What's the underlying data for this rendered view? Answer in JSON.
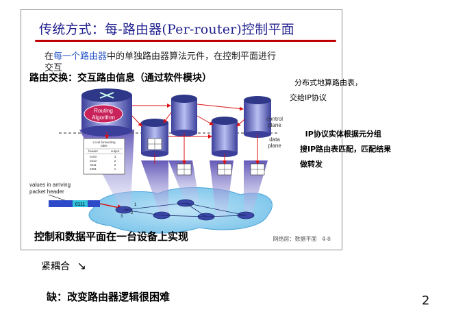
{
  "slide": {
    "title": "传统方式：每-路由器(Per-router)控制平面",
    "body_prefix": "在",
    "body_highlight_1": "每一个路由器",
    "body_middle": "中的单独路由器算法元件，在控制平面进行",
    "body_line2": "交互",
    "footer_left": "网络层：数据平面",
    "footer_right": "4-8",
    "diagram": {
      "routing_algorithm": "Routing\nAlgorithm",
      "control_plane": "control\nplane",
      "data_plane": "data\nplane",
      "table_title": "Local forwarding\ntable",
      "table_headers": [
        "header",
        "output"
      ],
      "table_rows": [
        [
          "0100",
          "3"
        ],
        [
          "0110",
          "2"
        ],
        [
          "0111",
          "2"
        ],
        [
          "1001",
          "1"
        ]
      ],
      "values_label": "values in arriving\npacket header",
      "packet_value": "0111",
      "port_labels": [
        "1",
        "2",
        "3"
      ]
    }
  },
  "annotations": {
    "note_top_left": "路由交换：交互路由信息（通过软件模块）",
    "note_right_1": "分布式地算路由表，\n交给IP协议",
    "note_right_2": "IP协议实体根据元分组\n搜IP路由表匹配，匹配结果\n做转发",
    "note_bottom_slide": "控制和数据平面在一台设备上实现",
    "note_coupling": "紧耦合",
    "note_disadvantage": "缺：改变路由器逻辑很困难"
  },
  "page_number": "2"
}
